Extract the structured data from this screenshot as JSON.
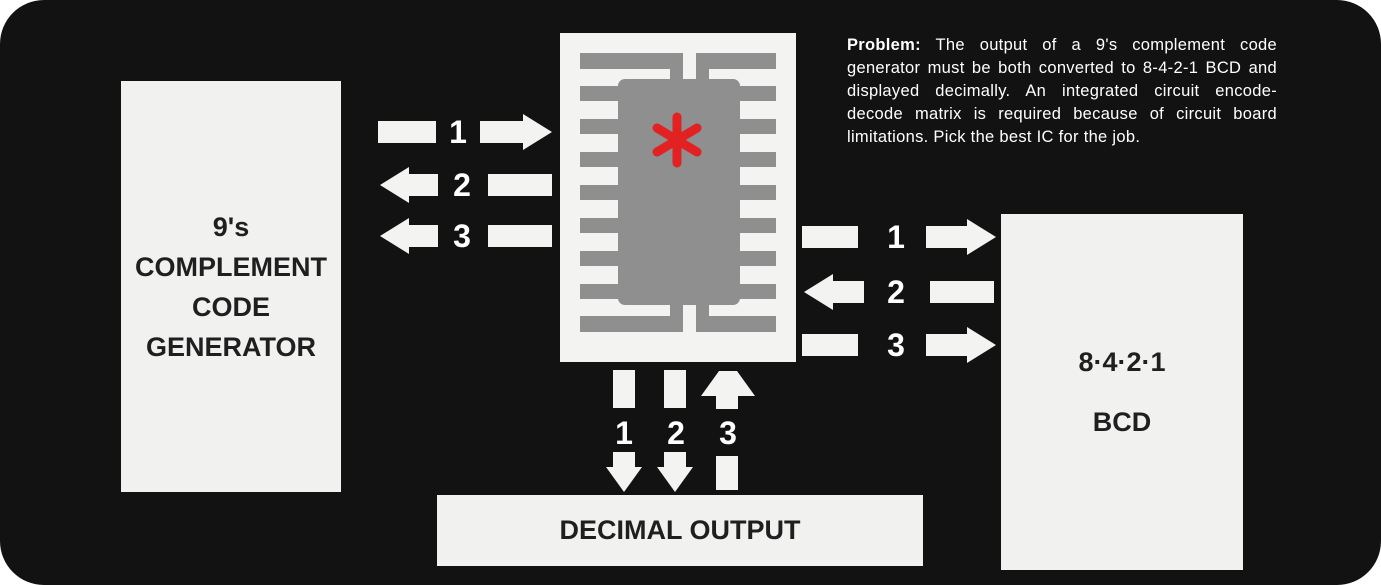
{
  "generator": {
    "lines": [
      "9's",
      "COMPLEMENT",
      "CODE",
      "GENERATOR"
    ]
  },
  "bcd": {
    "lines": [
      "8·4·2·1",
      "BCD"
    ]
  },
  "decimal_output": {
    "label": "DECIMAL OUTPUT"
  },
  "problem": {
    "label": "Problem:",
    "text": "The output of a 9's complement code generator must be both converted to 8-4-2-1 BCD and displayed decimally. An integrated circuit encode-decode matrix is required because of circuit board limitations. Pick the best IC for the job."
  },
  "left_links": [
    {
      "label": "1",
      "direction": "to-chip"
    },
    {
      "label": "2",
      "direction": "to-generator"
    },
    {
      "label": "3",
      "direction": "to-generator"
    }
  ],
  "right_links": [
    {
      "label": "1",
      "direction": "to-bcd"
    },
    {
      "label": "2",
      "direction": "to-chip"
    },
    {
      "label": "3",
      "direction": "to-bcd"
    }
  ],
  "bottom_links": [
    {
      "label": "1",
      "direction": "to-output"
    },
    {
      "label": "2",
      "direction": "to-output"
    },
    {
      "label": "3",
      "direction": "to-chip"
    }
  ],
  "chip": {
    "marker": "*"
  },
  "colors": {
    "background": "#121212",
    "box": "#f1f1ef",
    "chip_body": "#8f8f8f",
    "marker": "#e22222",
    "arrow": "#f3f3f1"
  }
}
